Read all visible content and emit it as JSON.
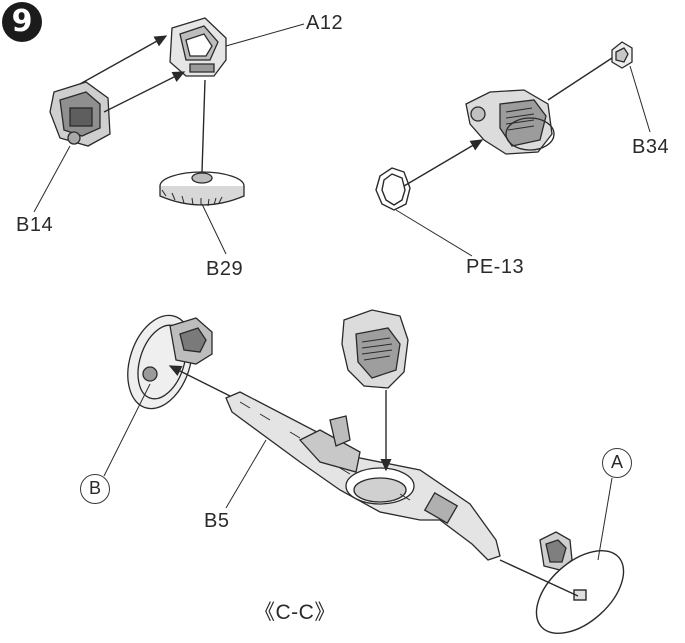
{
  "step": {
    "number": "9"
  },
  "labels": {
    "a12": "A12",
    "b14": "B14",
    "b29": "B29",
    "b34": "B34",
    "pe13": "PE-13",
    "b5": "B5",
    "ref_b": "B",
    "ref_a": "A",
    "caption": "《C-C》"
  },
  "colors": {
    "line": "#2a2a2a",
    "fill": "#d9d9d9",
    "dark": "#6b6b6b",
    "badge": "#1b1b1b"
  }
}
